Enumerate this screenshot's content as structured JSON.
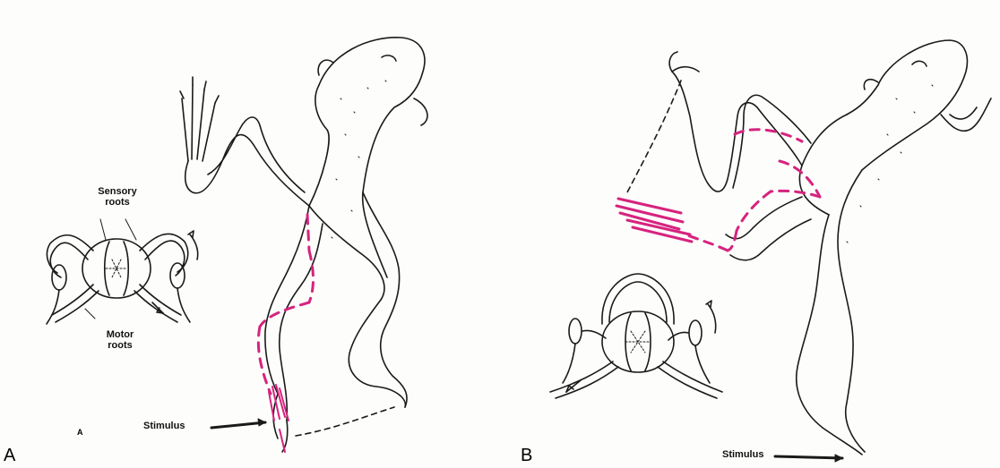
{
  "panels": [
    {
      "id": "A",
      "letter": "A",
      "inner_letter": "A",
      "labels": {
        "sensory": "Sensory\nroots",
        "motor": "Motor\nroots",
        "stimulus": "Stimulus"
      }
    },
    {
      "id": "B",
      "letter": "B",
      "labels": {
        "stimulus": "Stimulus"
      }
    }
  ],
  "colors": {
    "ink": "#1a1a1a",
    "reflex_path": "#d6237f"
  }
}
